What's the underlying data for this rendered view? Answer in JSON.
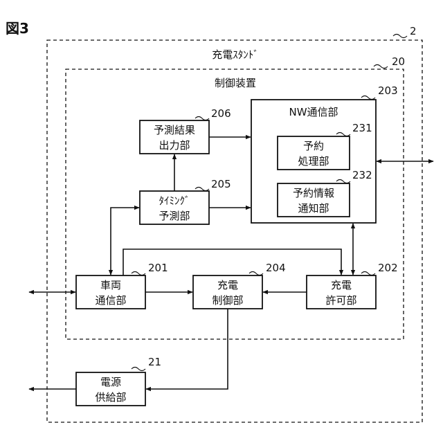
{
  "figure_label": "図3",
  "station": {
    "title": "充電ｽﾀﾝﾄﾞ",
    "ref": "2"
  },
  "controller": {
    "title": "制御装置",
    "ref": "20"
  },
  "nw": {
    "title": "NW通信部",
    "ref": "203"
  },
  "reservation": {
    "line1": "予約",
    "line2": "処理部",
    "ref": "231"
  },
  "notify": {
    "line1": "予約情報",
    "line2": "通知部",
    "ref": "232"
  },
  "predict_out": {
    "line1": "予測結果",
    "line2": "出力部",
    "ref": "206"
  },
  "timing": {
    "line1": "ﾀｲﾐﾝｸﾞ",
    "line2": "予測部",
    "ref": "205"
  },
  "vehicle_comm": {
    "line1": "車両",
    "line2": "通信部",
    "ref": "201"
  },
  "charge_ctrl": {
    "line1": "充電",
    "line2": "制御部",
    "ref": "204"
  },
  "charge_permit": {
    "line1": "充電",
    "line2": "許可部",
    "ref": "202"
  },
  "power_supply": {
    "line1": "電源",
    "line2": "供給部",
    "ref": "21"
  }
}
